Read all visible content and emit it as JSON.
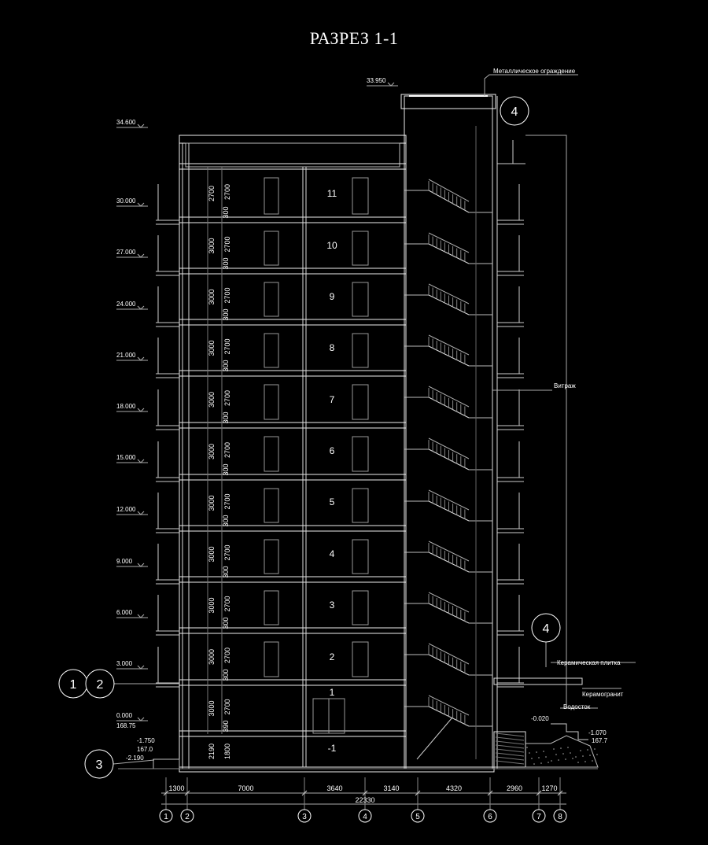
{
  "title": "РАЗРЕЗ 1-1",
  "elevations": {
    "roof_top": "33.950",
    "top_left": "34.600",
    "levels": [
      "30.000",
      "27.000",
      "24.000",
      "21.000",
      "18.000",
      "15.000",
      "12.000",
      "9.000",
      "6.000",
      "3.000"
    ],
    "zero": "0.000",
    "zero_abs": "168.75",
    "basement_a": "-1.750",
    "basement_a_abs": "167.0",
    "basement_b": "-2.190",
    "ground_right": "-0.020",
    "ground_right2": "-1.070",
    "ground_right2_abs": "167.7"
  },
  "floors": [
    "11",
    "10",
    "9",
    "8",
    "7",
    "6",
    "5",
    "4",
    "3",
    "2",
    "1",
    "-1"
  ],
  "floor_dims": {
    "typical": [
      "3000",
      "300",
      "2700"
    ],
    "top": [
      "2700",
      "300",
      "2700"
    ],
    "ground": [
      "3000",
      "390",
      "2700"
    ],
    "basement": [
      "2190",
      "1800"
    ]
  },
  "annotations": {
    "fence": "Металлическое ограждение",
    "vitrage": "Витраж",
    "tile": "Керамическая плитка",
    "granite": "Керамогранит",
    "downpipe": "Водосток"
  },
  "callouts": {
    "top": "4",
    "right": "4",
    "left1": "1",
    "left2": "2",
    "left3": "3"
  },
  "dimensions": {
    "spans": [
      "1300",
      "7000",
      "3640",
      "3140",
      "4320",
      "2960",
      "1270"
    ],
    "total": "22330"
  },
  "axes": [
    "1",
    "2",
    "3",
    "4",
    "5",
    "6",
    "7",
    "8"
  ]
}
